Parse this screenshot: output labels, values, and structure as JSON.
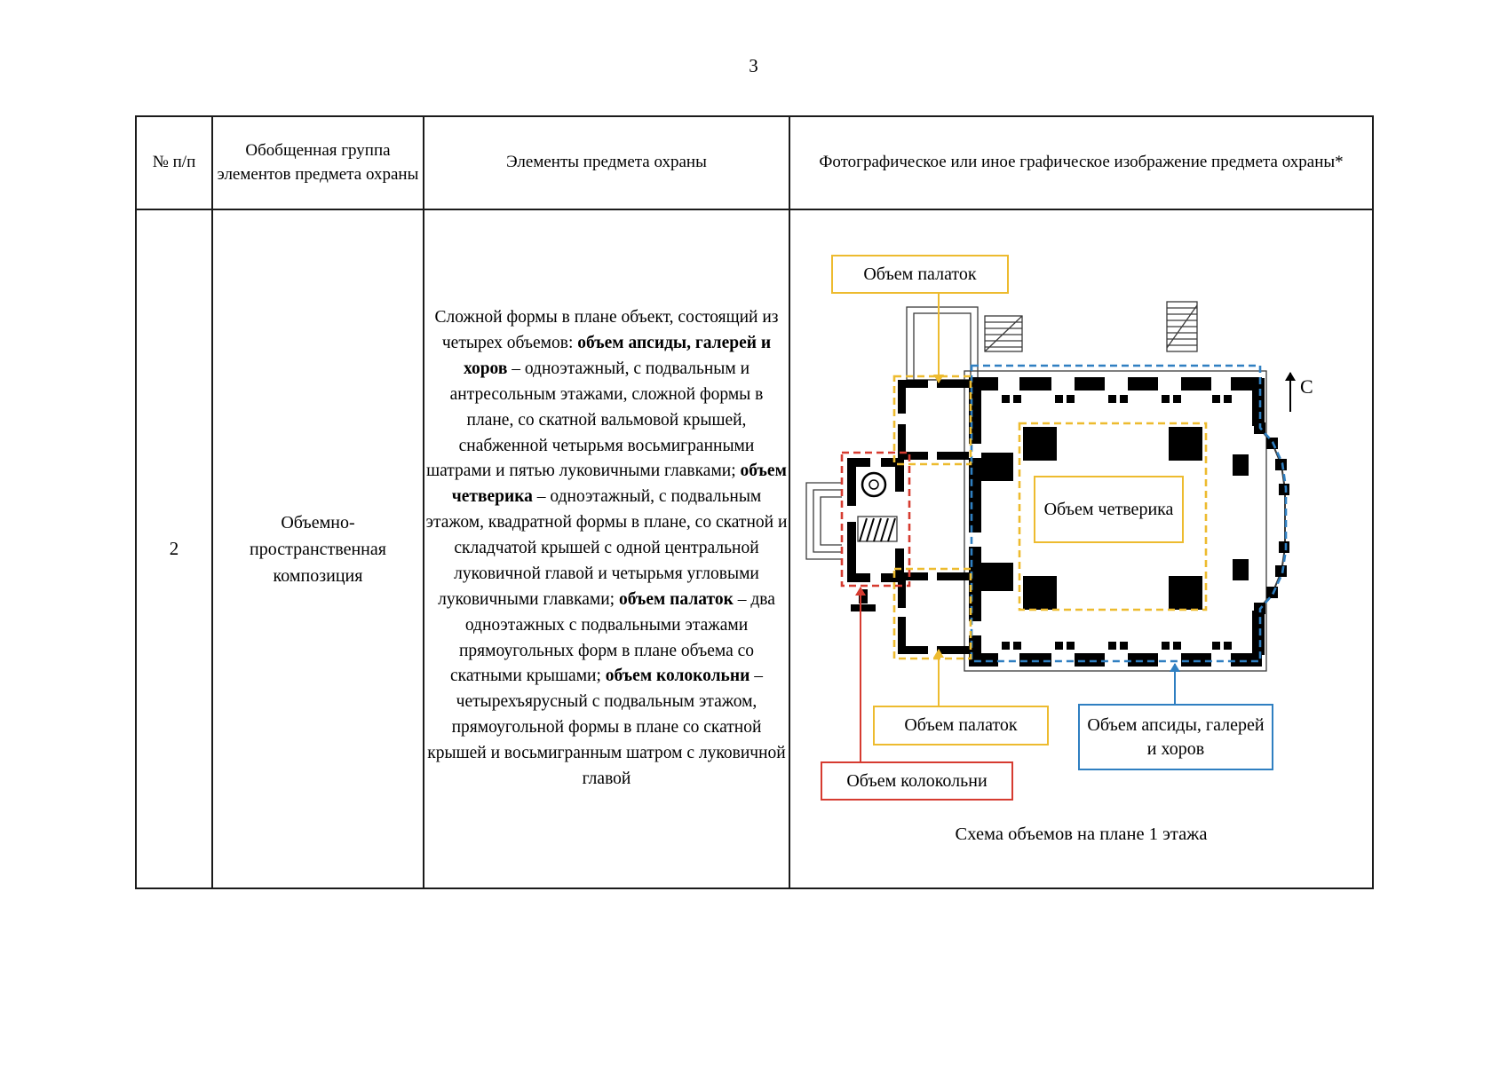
{
  "page_number": "3",
  "table": {
    "headers": [
      "№ п/п",
      "Обобщенная группа элементов предмета охраны",
      "Элементы предмета охраны",
      "Фотографическое или иное графическое изображение предмета охраны*"
    ],
    "row": {
      "num": "2",
      "group": "Объемно-пространственная композиция",
      "description_runs": [
        {
          "bold": false,
          "text": "Сложной формы в плане объект, состоящий из четырех объемов: "
        },
        {
          "bold": true,
          "text": "объем апсиды, галерей и хоров"
        },
        {
          "bold": false,
          "text": " – одноэтажный, с подвальным и антресольным этажами, сложной формы в плане, со скатной вальмовой крышей, снабженной четырьмя восьмигранными шатрами и пятью луковичными главками; "
        },
        {
          "bold": true,
          "text": "объем четверика"
        },
        {
          "bold": false,
          "text": " – одноэтажный, с подвальным этажом, квадратной формы в плане, со скатной и складчатой крышей с одной центральной луковичной главой и четырьмя угловыми луковичными главками; "
        },
        {
          "bold": true,
          "text": "объем палаток"
        },
        {
          "bold": false,
          "text": " – два одноэтажных с подвальными этажами прямоугольных форм в плане объема со скатными крышами; "
        },
        {
          "bold": true,
          "text": "объем колокольни"
        },
        {
          "bold": false,
          "text": " – четырехъярусный с подвальным этажом, прямоугольной формы в плане со скатной крышей и восьмигранным шатром с луковичной главой"
        }
      ]
    }
  },
  "figure": {
    "labels": {
      "palatok_top": "Объем палаток",
      "palatok_bottom": "Объем палаток",
      "chetverik": "Объем четверика",
      "apsida": "Объем апсиды, галерей и хоров",
      "kolokolnya": "Объем колокольни"
    },
    "north_letter": "С",
    "caption": "Схема объемов на плане 1 этажа",
    "colors": {
      "yellow": "#EDBB2F",
      "blue": "#2F7FC1",
      "red": "#D63B30",
      "line": "#3a3a3a"
    }
  }
}
